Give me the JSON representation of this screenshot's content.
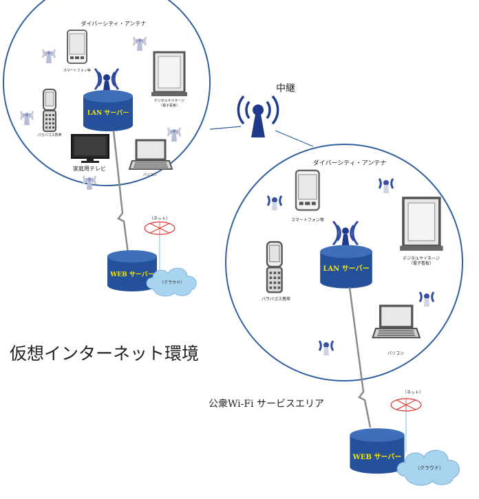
{
  "title": "仮想インターネット環境",
  "relay_label": "中継",
  "public_wifi_label": "公衆Wi-Fi サービスエリア",
  "left_cluster": {
    "antenna_label": "ダイバーシティ・アンテナ",
    "lan_server": "LAN サーバー",
    "web_server": "WEB サーバー",
    "net_label": "（ネット）",
    "cloud_label": "（クラウド）",
    "smartphone": "スマートフォン等",
    "signage": "デジタルサイネージ",
    "signage_sub": "（電子看板）",
    "feature_phone": "パラパゴス携帯",
    "tv": "家庭用テレビ",
    "pc": "パソコン"
  },
  "right_cluster": {
    "antenna_label": "ダイバーシティ・アンテナ",
    "lan_server": "LAN サーバー",
    "web_server": "WEB サーバー",
    "net_label": "（ネット）",
    "cloud_label": "（クラウド）",
    "smartphone": "スマートフォン等",
    "signage": "デジタルサイネージ",
    "signage_sub": "（電子看板）",
    "feature_phone": "パラパゴス携帯",
    "pc": "パソコン"
  },
  "colors": {
    "circle": "#2f5e9e",
    "server_top": "#3f6fb8",
    "server_body": "#25509a",
    "server_text": "#f2e600",
    "cloud": "#a8d4f0",
    "cable": "#8a8a8a",
    "antenna": "#1f3a8a",
    "net": "#e03030"
  }
}
